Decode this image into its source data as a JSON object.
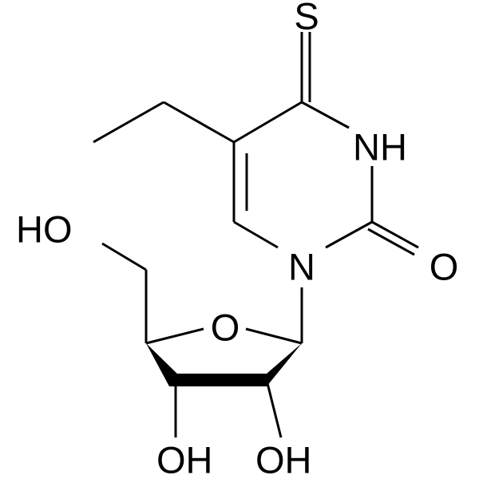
{
  "molecule": {
    "atom_labels": {
      "thione_sulfur": "S",
      "ring_nh": "NH",
      "ring_n": "N",
      "carbonyl_oxygen": "O",
      "ring_oxygen": "O",
      "hydroxymethyl_oh": "HO",
      "hydroxyl_3": "OH",
      "hydroxyl_2": "OH"
    }
  }
}
